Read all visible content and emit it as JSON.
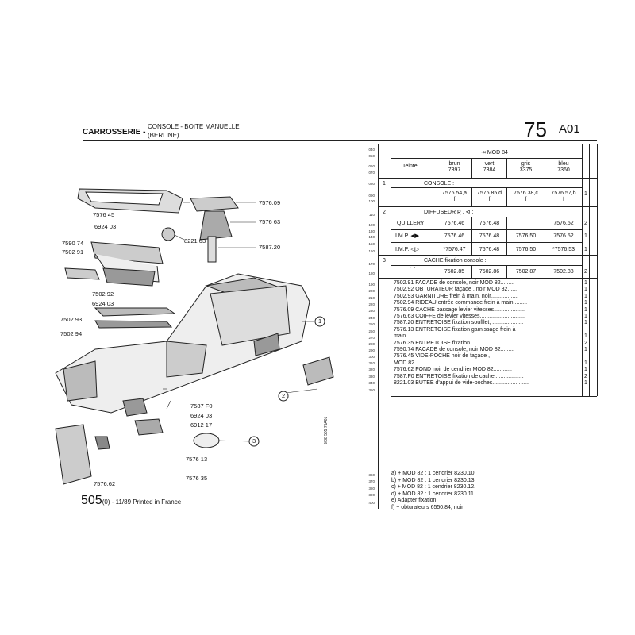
{
  "header": {
    "section": "CARROSSERIE -",
    "subtitle1": "CONSOLE - BOITE MANUELLE",
    "subtitle2": "(BERLINE)",
    "page_num": "75",
    "page_code": "A01"
  },
  "lines": [
    "040",
    "050",
    "060",
    "070",
    "080",
    "090",
    "100",
    "110",
    "120",
    "130",
    "140",
    "150",
    "160",
    "170",
    "180",
    "190",
    "200",
    "210",
    "220",
    "230",
    "240",
    "250",
    "260",
    "270",
    "280",
    "290",
    "300",
    "310",
    "320",
    "330",
    "340",
    "350",
    "360",
    "370",
    "380",
    "390",
    "400"
  ],
  "table": {
    "mod": "MOD 84",
    "teinte": "Teinte",
    "colors": [
      "brun",
      "vert",
      "gris",
      "bleu"
    ],
    "codes": [
      "7397",
      "7384",
      "3375",
      "7360"
    ],
    "g1_num": "1",
    "g1_label": "CONSOLE :",
    "console_refs": [
      "7576.54,a",
      "7576.85,d",
      "7576.38,c",
      "7576.57,b"
    ],
    "console_sub": [
      "f",
      "f",
      "f",
      "f"
    ],
    "console_qty": "1",
    "g2_num": "2",
    "g2_label": "DIFFUSEUR",
    "quillery": "QUILLERY",
    "quillery_refs": [
      "7576.46",
      "7576.48",
      "",
      "7576.52"
    ],
    "quillery_qty": "2",
    "imp1": "I.M.P.",
    "imp1_refs": [
      "7576.46",
      "7576.48",
      "7576.50",
      "7576.52"
    ],
    "imp1_qty": "1",
    "imp2": "I.M.P.",
    "imp2_refs": [
      "*7576.47",
      "7576.48",
      "7576.50",
      "*7576.53"
    ],
    "imp2_qty": "1",
    "g3_num": "3",
    "g3_label": "CACHE fixation console :",
    "cache_refs": [
      "7502.85",
      "7502.86",
      "7502.87",
      "7502.88"
    ],
    "cache_qty": "2"
  },
  "parts": [
    {
      "text": "7502.91 FACADE  de console, noir  MOD 82.........",
      "qty": "1"
    },
    {
      "text": "7502.92 OBTURATEUR façade , noir  MOD 82......",
      "qty": "1"
    },
    {
      "text": "7502.93 GARNITURE frein à main, noir..................",
      "qty": "1"
    },
    {
      "text": "7502.94 RIDEAU entrée commande frein à main.........",
      "qty": "1"
    },
    {
      "text": "7576.09 CACHE passage levier vitesses....................",
      "qty": "1"
    },
    {
      "text": "7576.63 COIFFE de levier vitesses.............................",
      "qty": "1"
    },
    {
      "text": "7587.20 ENTRETOISE fixation soufflet, ....................",
      "qty": "1"
    },
    {
      "text": "7576.13 ENTRETOISE fixation garnissage frein à",
      "qty": ""
    },
    {
      "text": "           main.......................................................",
      "qty": "1"
    },
    {
      "text": "7576.35 ENTRETOISE fixation .................................",
      "qty": "2"
    },
    {
      "text": "7590.74 FACADE  de console, noir  MOD 82.........",
      "qty": "1"
    },
    {
      "text": "7576.45 VIDE-POCHE noir de façade  ,",
      "qty": ""
    },
    {
      "text": "            MOD 82.................................................",
      "qty": "1"
    },
    {
      "text": "7576.62 FOND noir de cendrier   MOD 82............",
      "qty": "1"
    },
    {
      "text": "7587.F0 ENTRETOISE fixation de cache...................",
      "qty": "2"
    },
    {
      "text": "8221.03 BUTEE d'appui de vide-poches........................",
      "qty": "1"
    }
  ],
  "notes": [
    "a)  +  MOD 82 : 1 cendrier 8230.10.",
    "b)  +  MOD 82 : 1 cendrier 8230.13.",
    "c)  +  MOD 82 : 1 cendrier 8230.12.",
    "d)  +  MOD 82 : 1 cendrier 8230.11.",
    "e)  Adapter fixation.",
    "f)  +  obturateurs 6550.84, noir"
  ],
  "callouts": {
    "c757645": "7576 45",
    "c692403a": "6924 03",
    "c759074": "7590 74",
    "c750291": "7502 91",
    "c750292": "7502 92",
    "c692403b": "6924 03",
    "c750293": "7502 93",
    "c750294": "7502 94",
    "c757609": "7576.09",
    "c757663": "7576 63",
    "c822103": "8221 03",
    "c758720": "7587.20",
    "c7587f0": "7587 F0",
    "c692403c": "6924 03",
    "c691217": "6912 17",
    "c757613": "7576 13",
    "c757635": "7576 35",
    "c757662": "7576.62",
    "ref1": "1",
    "ref2": "2",
    "ref3": "3"
  },
  "footer": {
    "main": "505",
    "small": "(0) - 11/89 Printed in France",
    "vertical": "9/88  505  75A01"
  }
}
